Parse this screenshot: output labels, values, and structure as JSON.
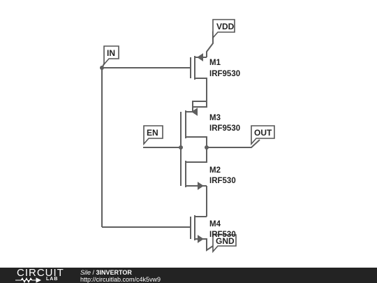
{
  "nets": {
    "vdd": "VDD",
    "in": "IN",
    "en": "EN",
    "out": "OUT",
    "gnd": "GND"
  },
  "components": [
    {
      "ref": "M1",
      "part": "IRF9530"
    },
    {
      "ref": "M3",
      "part": "IRF9530"
    },
    {
      "ref": "M2",
      "part": "IRF530"
    },
    {
      "ref": "M4",
      "part": "IRF530"
    }
  ],
  "footer": {
    "brand_top": "CIRCUIT",
    "brand_bottom": "LAB",
    "owner": "Sile",
    "separator": " / ",
    "title": "3INVERTOR",
    "url": "http://circuitlab.com/c4k5vw9"
  }
}
